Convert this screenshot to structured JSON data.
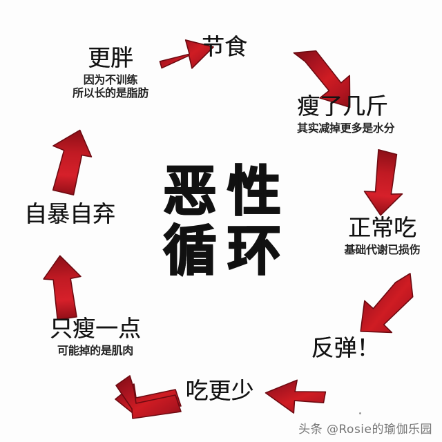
{
  "meta": {
    "center_title_chars": [
      "恶",
      "性",
      "循",
      "环"
    ],
    "center_title_text": "恶性循环",
    "watermark": "头条 @Rosie的瑜伽乐园",
    "background_color": "#fdfdfd",
    "arrow_color_dark": "#8e0f18",
    "arrow_color_mid": "#b5161f",
    "arrow_color_light": "#e02626",
    "text_color": "#131313"
  },
  "diagram": {
    "type": "cycle",
    "direction": "clockwise",
    "node_count": 8,
    "arrow_count": 8,
    "nodes": [
      {
        "id": "diet",
        "label": "节食",
        "sub": ""
      },
      {
        "id": "lost",
        "label": "瘦了几斤",
        "sub": "其实减掉更多是水分"
      },
      {
        "id": "normal",
        "label": "正常吃",
        "sub": "基础代谢已损伤"
      },
      {
        "id": "rebound",
        "label": "反弹！",
        "sub": ""
      },
      {
        "id": "eatless",
        "label": "吃更少",
        "sub": ""
      },
      {
        "id": "onlylittle",
        "label": "只瘦一点",
        "sub": "可能掉的是肌肉"
      },
      {
        "id": "giveup",
        "label": "自暴自弃",
        "sub": ""
      },
      {
        "id": "fatter",
        "label": "更胖",
        "sub_line1": "因为不训练",
        "sub_line2": "所以长的是脂肪"
      }
    ],
    "arrows": [
      {
        "id": "fatter-to-diet",
        "from": "fatter",
        "to": "diet",
        "direction": "right"
      },
      {
        "id": "diet-to-lost",
        "from": "diet",
        "to": "lost",
        "direction": "down-right"
      },
      {
        "id": "lost-to-normal",
        "from": "lost",
        "to": "normal",
        "direction": "down"
      },
      {
        "id": "normal-to-rebound",
        "from": "normal",
        "to": "rebound",
        "direction": "down-left"
      },
      {
        "id": "rebound-to-eatless",
        "from": "rebound",
        "to": "eatless",
        "direction": "left"
      },
      {
        "id": "eatless-to-onlylittle",
        "from": "eatless",
        "to": "onlylittle",
        "direction": "up-left"
      },
      {
        "id": "onlylittle-to-giveup",
        "from": "onlylittle",
        "to": "giveup",
        "direction": "up"
      },
      {
        "id": "giveup-to-fatter",
        "from": "giveup",
        "to": "fatter",
        "direction": "up-right"
      }
    ]
  }
}
